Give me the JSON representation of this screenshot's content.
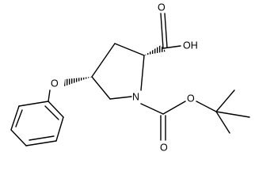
{
  "molecule": {
    "atoms": {
      "carboxyl_carbonyl_o": "O",
      "carboxyl_oh": "OH",
      "ring_n": "N",
      "ether_o": "O",
      "carbamate_carbonyl_o": "O",
      "carbamate_ester_o": "O"
    }
  }
}
